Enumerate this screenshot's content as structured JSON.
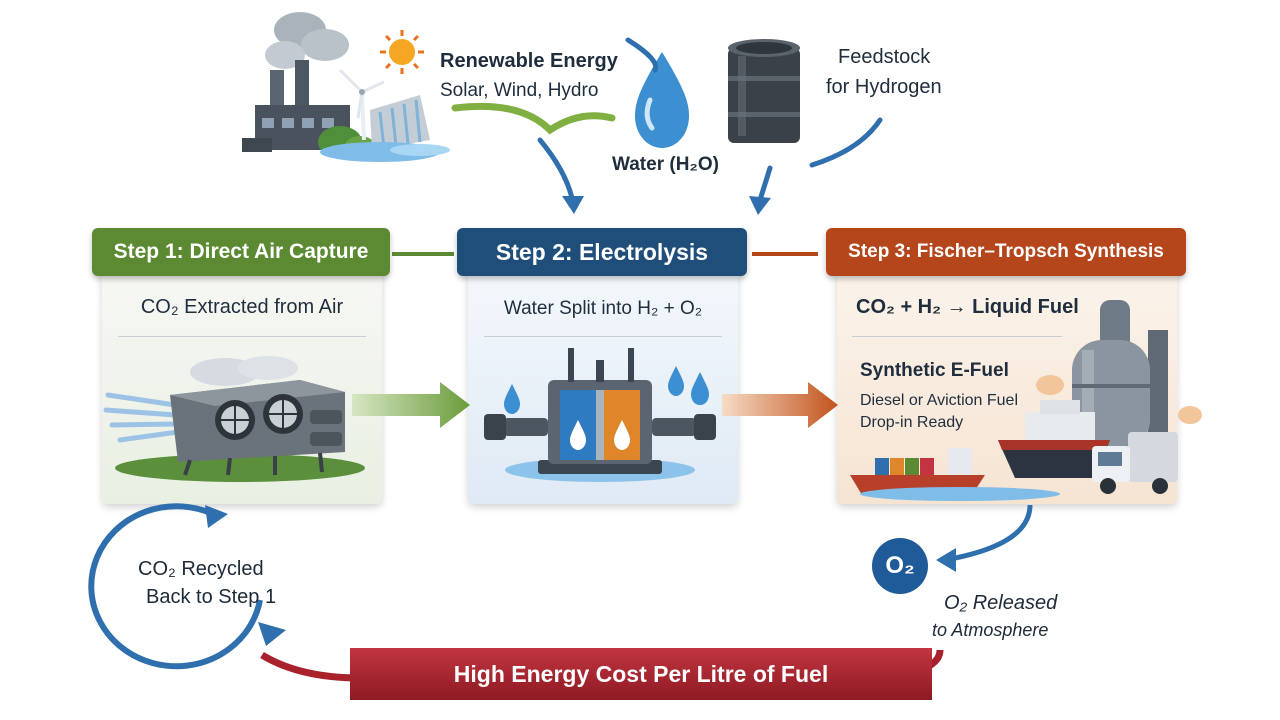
{
  "sources": {
    "renewable": {
      "title": "Renewable Energy",
      "subtitle": "Solar, Wind, Hydro"
    },
    "water": {
      "label": "Water (H₂O)"
    },
    "feedstock": {
      "line1": "Feedstock",
      "line2": "for Hydrogen"
    }
  },
  "steps": [
    {
      "title": "Step 1: Direct Air Capture",
      "desc": "CO₂ Extracted from Air",
      "color": "#5b8a32"
    },
    {
      "title": "Step 2: Electrolysis",
      "desc": "Water Split into H₂ + O₂",
      "color": "#1f4e7a"
    },
    {
      "title": "Step 3: Fischer–Tropsch Synthesis",
      "desc": "CO₂ + H₂ → Liquid Fuel",
      "color": "#b5461b",
      "product_title": "Synthetic E-Fuel",
      "product_line1": "Diesel or Aviction Fuel",
      "product_line2": "Drop-in Ready"
    }
  ],
  "recycle": {
    "line1": "CO₂ Recycled",
    "line2": "Back to Step 1"
  },
  "oxygen": {
    "symbol": "O₂",
    "line1": "O₂ Released",
    "line2": "to Atmosphere"
  },
  "banner": {
    "text": "High Energy Cost Per Litre of Fuel",
    "color": "#a8212b"
  }
}
